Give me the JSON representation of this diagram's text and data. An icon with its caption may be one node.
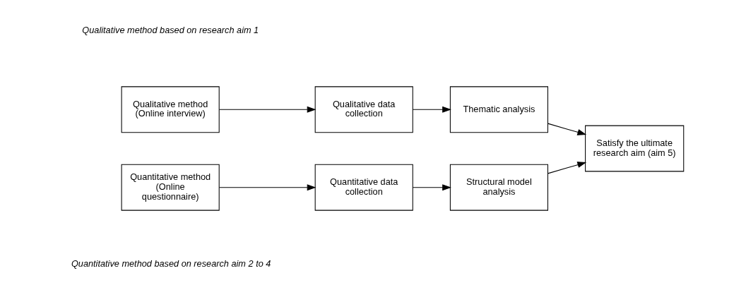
{
  "diagram": {
    "nodes": [
      {
        "text": [
          "Qualitative method (Online interview)"
        ]
      },
      {
        "text": [
          "Qualitative data collection"
        ]
      },
      {
        "text": [
          "Thematic analysis"
        ]
      },
      {
        "text": [
          "Quantitative method (Online questionnaire)"
        ]
      },
      {
        "text": [
          "Quantitative data collection"
        ]
      },
      {
        "text": [
          "Structural model analysis"
        ]
      },
      {
        "text": [
          "Satisfy the ultimate research aim (aim 5)"
        ]
      }
    ],
    "edges": [
      {
        "from": 0,
        "to": 1,
        "arrow": "to"
      },
      {
        "from": 1,
        "to": 2,
        "arrow": "to"
      },
      {
        "from": 2,
        "to": 6,
        "arrow": "to"
      },
      {
        "from": 3,
        "to": 4,
        "arrow": "to"
      },
      {
        "from": 4,
        "to": 5,
        "arrow": "to"
      },
      {
        "from": 5,
        "to": 6,
        "arrow": "to"
      }
    ],
    "labels": [
      "Qualitative method based on research aim 1",
      "Quantitative method based on research aim 2 to 4"
    ]
  }
}
